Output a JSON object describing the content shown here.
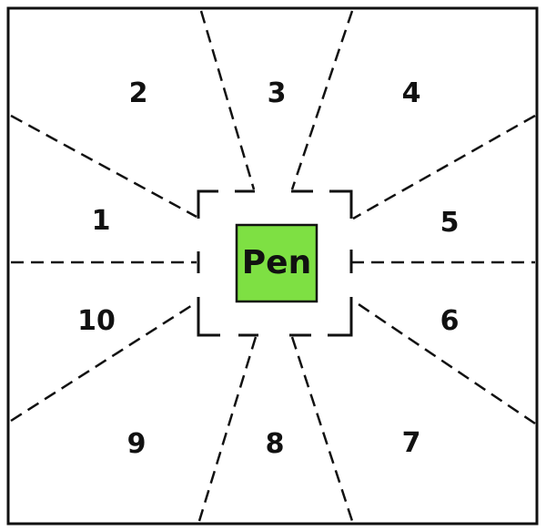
{
  "diagram": {
    "pen": {
      "label": "Pen",
      "fill": "#7EE043"
    },
    "zones": [
      {
        "id": "1",
        "label": "1"
      },
      {
        "id": "2",
        "label": "2"
      },
      {
        "id": "3",
        "label": "3"
      },
      {
        "id": "4",
        "label": "4"
      },
      {
        "id": "5",
        "label": "5"
      },
      {
        "id": "6",
        "label": "6"
      },
      {
        "id": "7",
        "label": "7"
      },
      {
        "id": "8",
        "label": "8"
      },
      {
        "id": "9",
        "label": "9"
      },
      {
        "id": "10",
        "label": "10"
      }
    ],
    "colors": {
      "line": "#111111",
      "background": "#FFFFFF"
    }
  }
}
